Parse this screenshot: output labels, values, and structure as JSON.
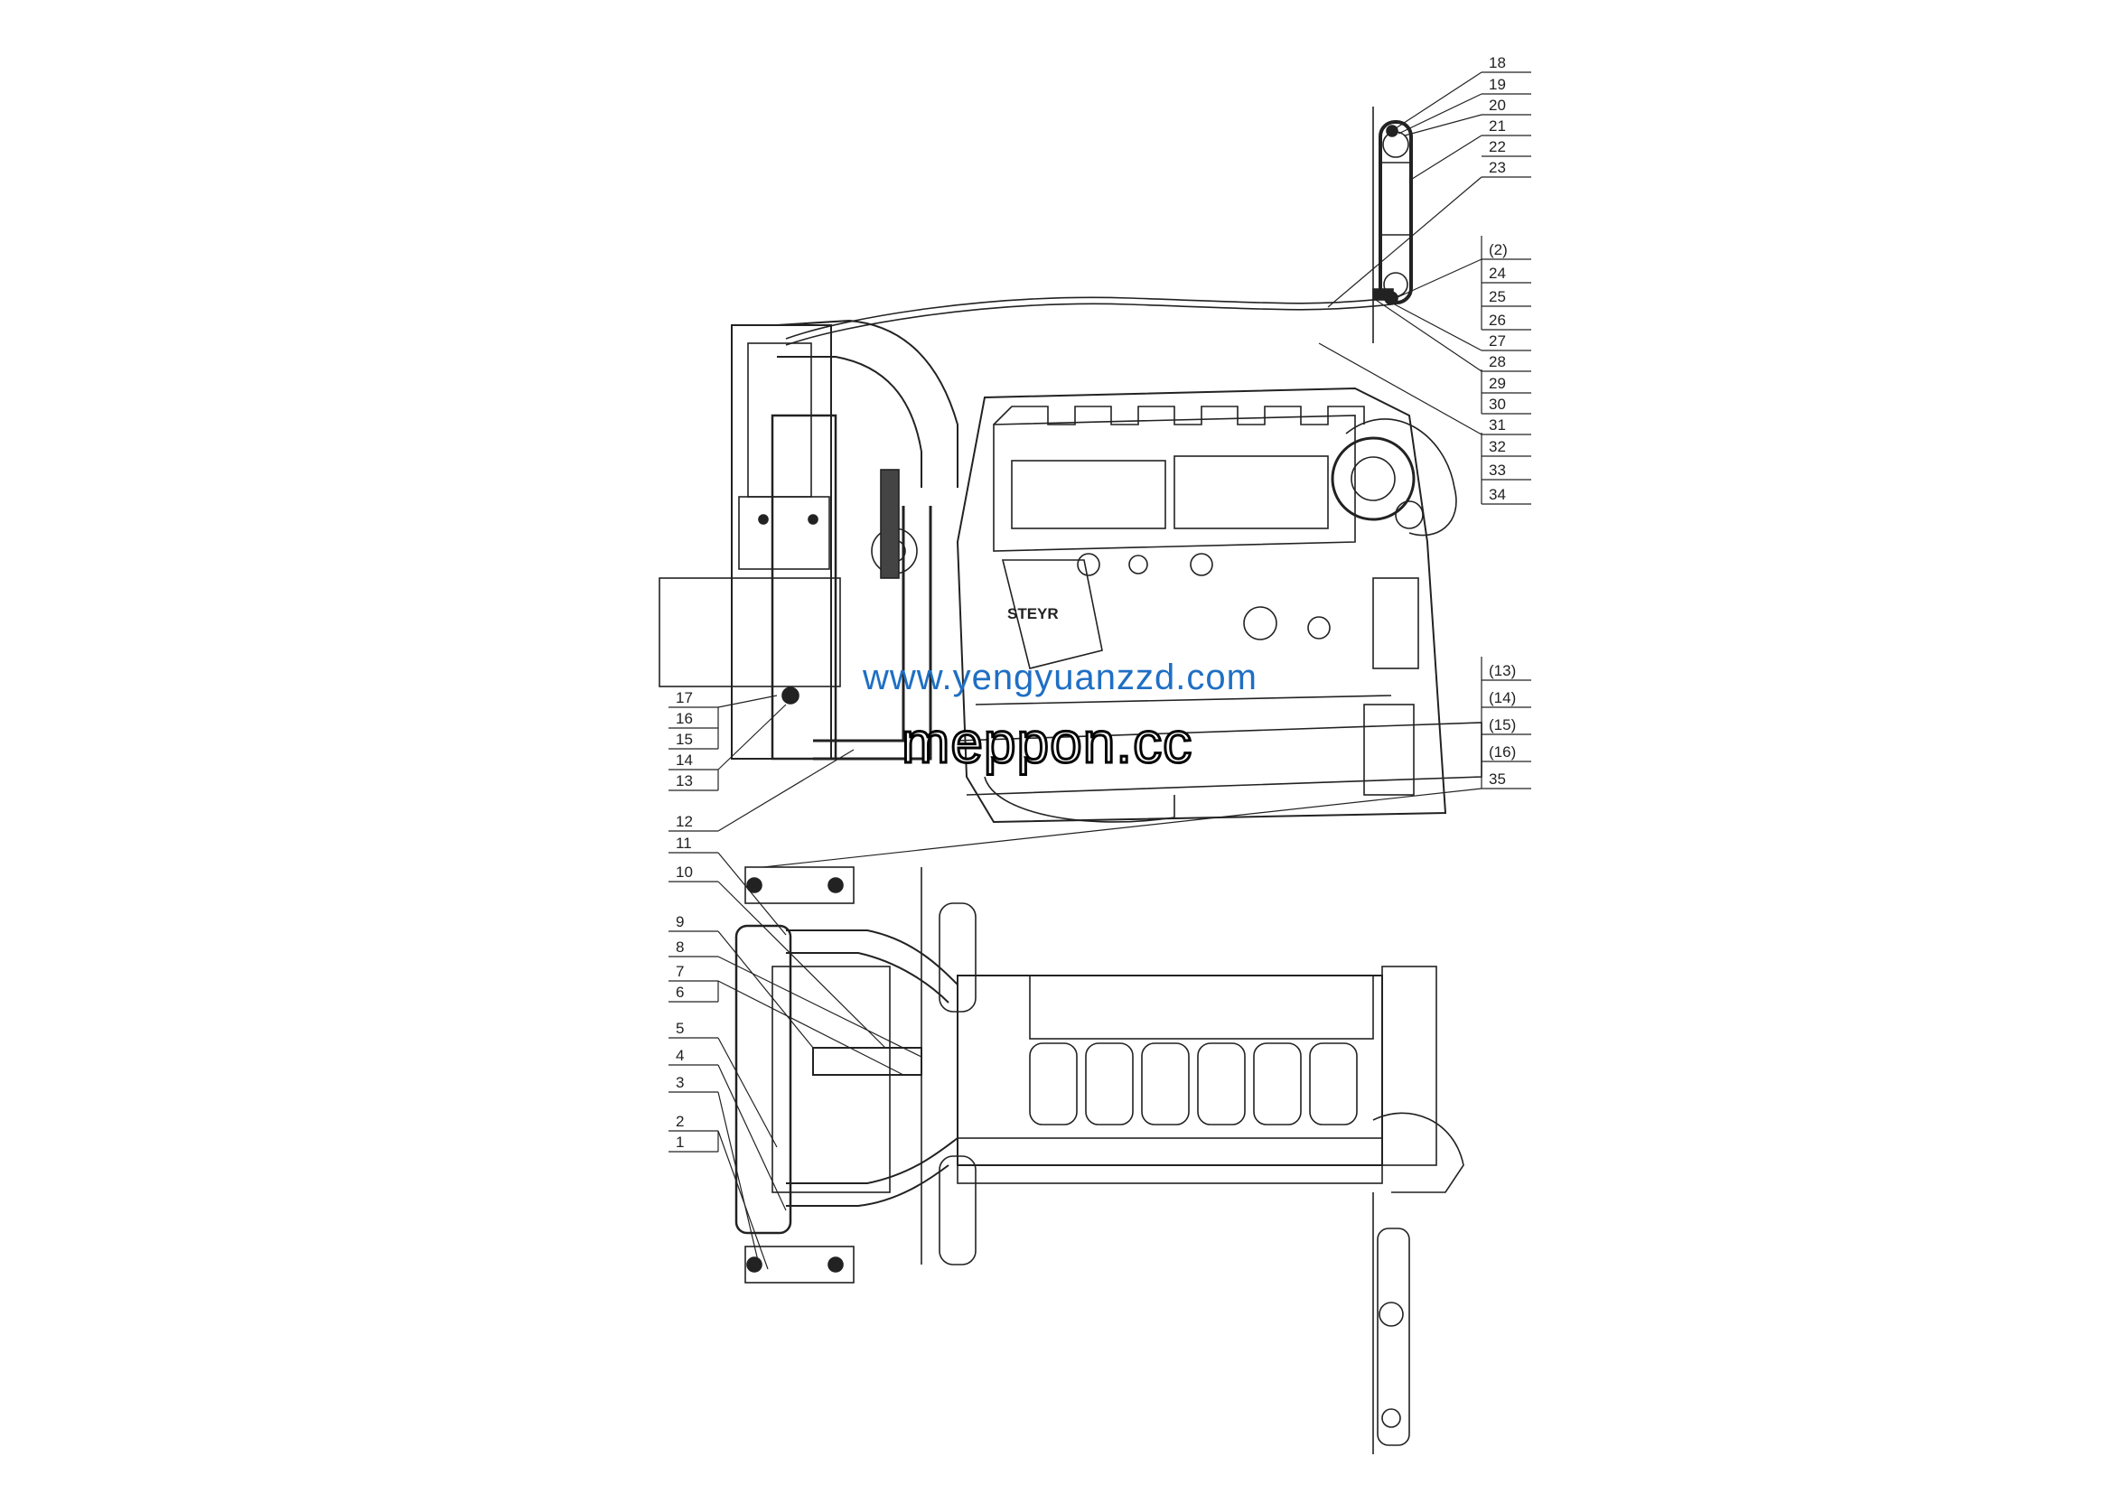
{
  "labels_right_top": [
    "18",
    "19",
    "20",
    "21",
    "22",
    "23",
    "(2)",
    "24",
    "25",
    "26",
    "27",
    "28",
    "29",
    "30",
    "31",
    "32",
    "33",
    "34"
  ],
  "labels_right_mid": [
    "(13)",
    "(14)",
    "(15)",
    "(16)",
    "35"
  ],
  "labels_left": [
    "17",
    "16",
    "15",
    "14",
    "13",
    "12",
    "11",
    "10",
    "9",
    "8",
    "7",
    "6",
    "5",
    "4",
    "3",
    "2",
    "1"
  ],
  "brand_plate": "STEYR",
  "watermarks": {
    "primary": "meppon.cc",
    "secondary": "www.yengyuanzzd.com"
  },
  "colors": {
    "line": "#222222",
    "watermark_blue": "#1f6fc4"
  }
}
